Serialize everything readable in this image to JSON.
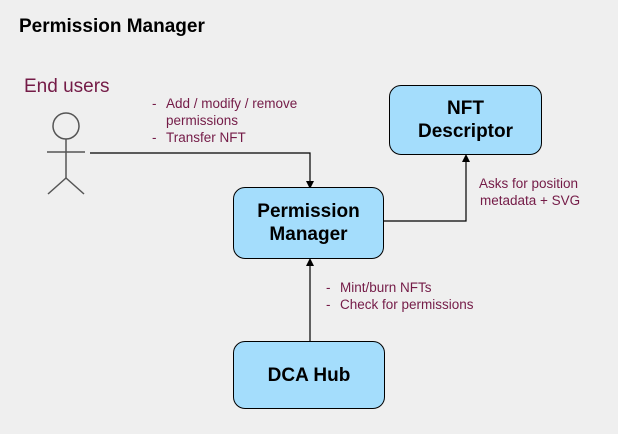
{
  "title": "Permission Manager",
  "actor": {
    "label": "End users"
  },
  "boxes": {
    "nft_descriptor": {
      "line1": "NFT",
      "line2": "Descriptor"
    },
    "permission_manager": {
      "line1": "Permission",
      "line2": "Manager"
    },
    "dca_hub": {
      "line1": "DCA Hub"
    }
  },
  "notes": {
    "end_users": {
      "item1_line1": "Add / modify / remove",
      "item1_line2": "permissions",
      "item2": "Transfer NFT"
    },
    "descriptor": {
      "line1": "Asks for position",
      "line2": "metadata + SVG"
    },
    "hub": {
      "item1": "Mint/burn NFTs",
      "item2": "Check for permissions"
    }
  },
  "colors": {
    "box_fill": "#a4ddfc",
    "note_text": "#741b47",
    "background": "#efefef"
  }
}
